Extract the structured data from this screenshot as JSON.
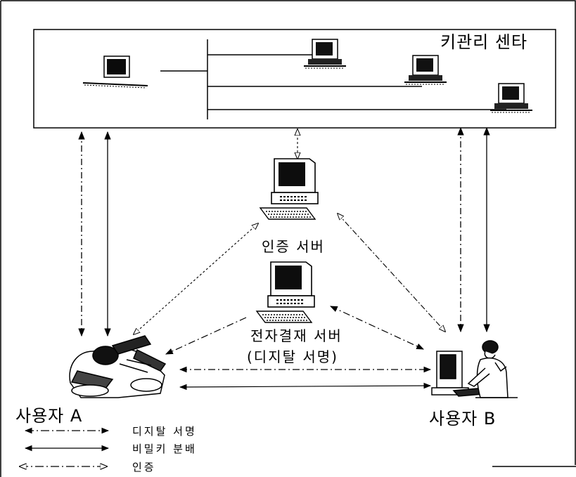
{
  "diagram": {
    "key_center": "키관리 센타",
    "auth_server": "인증 서버",
    "payment_server": "전자결재 서버",
    "payment_server_sub": "(디지탈 서명)",
    "user_a": "사용자 A",
    "user_b": "사용자 B"
  },
  "legend": {
    "digital_signature": "디지탈 서명",
    "secret_key_distribution": "비밀키 분배",
    "authentication": "인증"
  }
}
